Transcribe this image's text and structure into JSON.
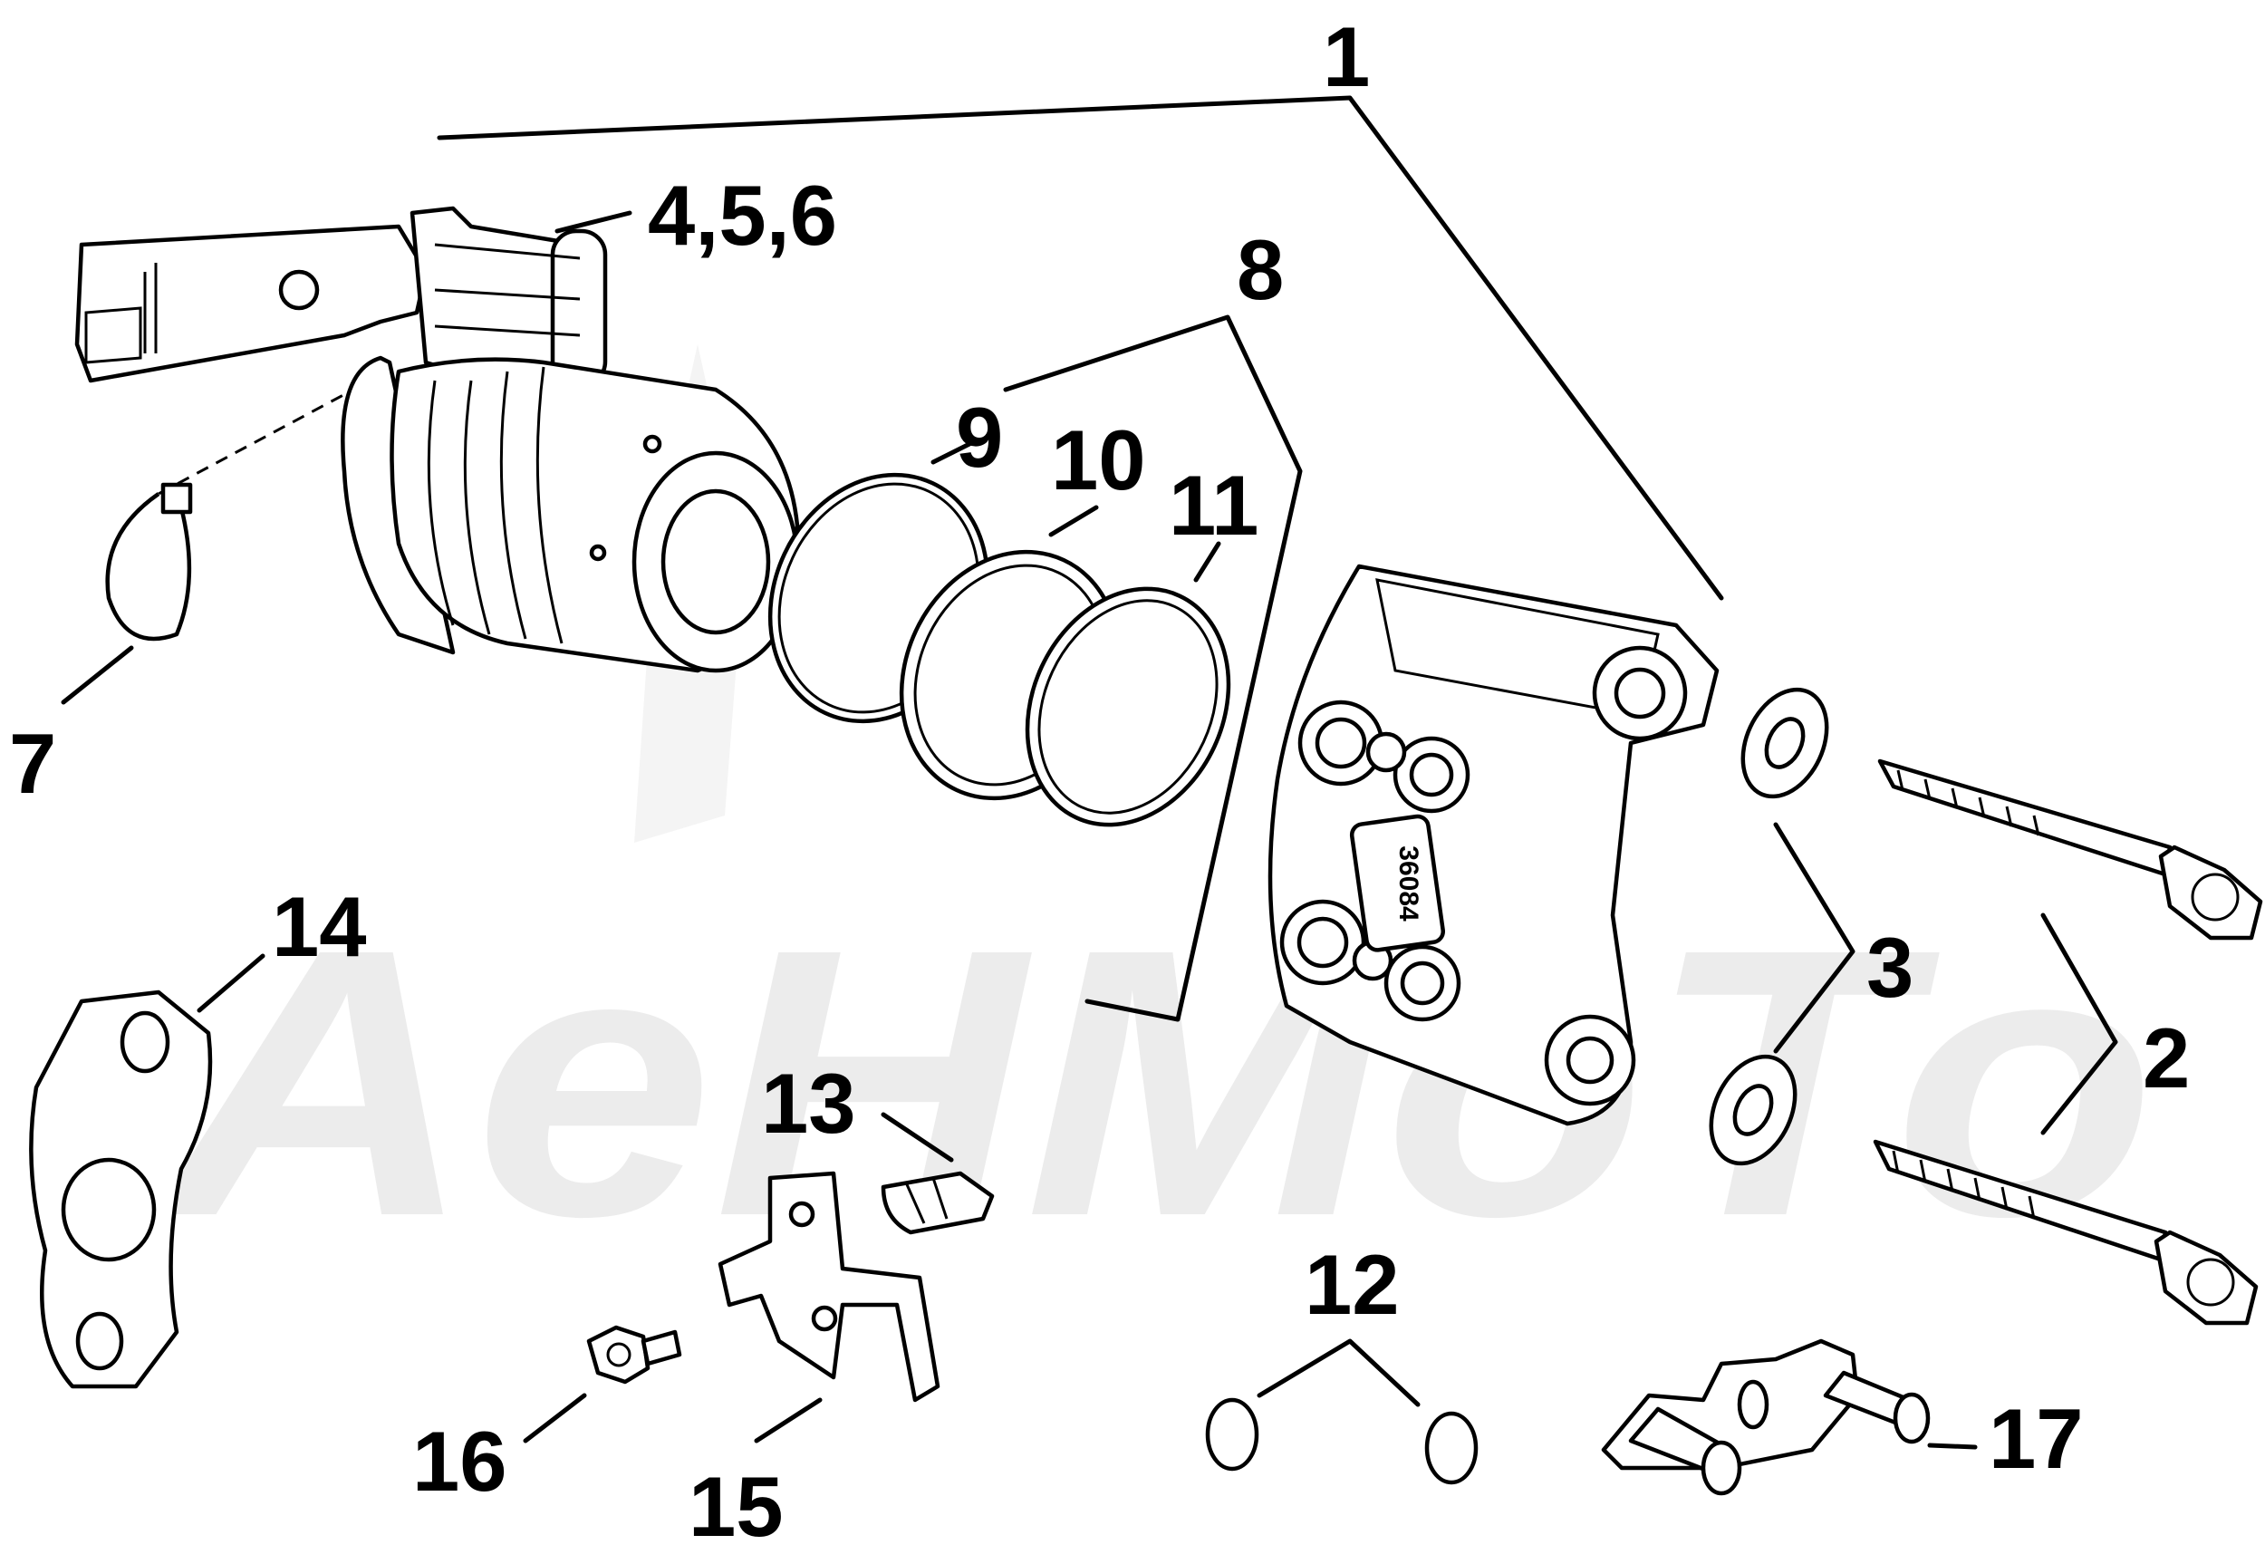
{
  "diagram": {
    "callouts": {
      "c1": "1",
      "c2": "2",
      "c3": "3",
      "c456": "4,5,6",
      "c7": "7",
      "c8": "8",
      "c9": "9",
      "c10": "10",
      "c11": "11",
      "c12": "12",
      "c13": "13",
      "c14": "14",
      "c15": "15",
      "c16": "16",
      "c17": "17"
    },
    "caliper_stamp": "36084",
    "watermark": "AeHMoTo"
  }
}
